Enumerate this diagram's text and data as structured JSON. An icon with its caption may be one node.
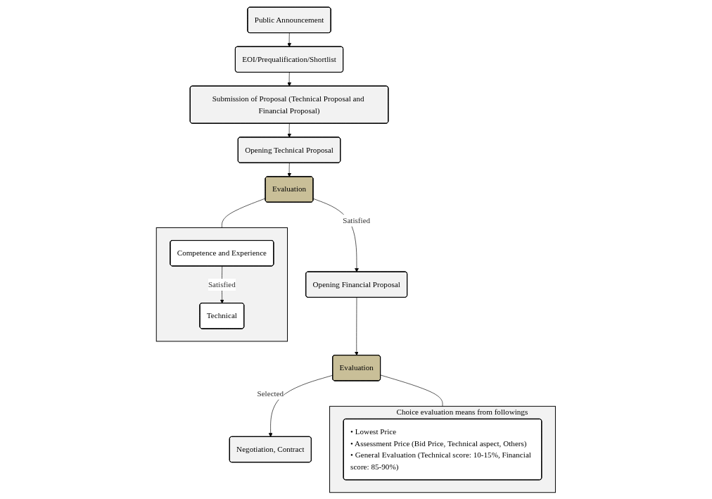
{
  "diagram": {
    "nodes": [
      {
        "text": [
          "Public Announcement"
        ]
      },
      {
        "text": [
          "EOI/Prequalification/Shortlist"
        ]
      },
      {
        "text": [
          "Submission of Proposal (Technical Proposal and Financial Proposal)"
        ]
      },
      {
        "text": [
          "Opening Technical Proposal"
        ]
      },
      {
        "text": [
          "Evaluation"
        ]
      },
      {
        "text": [
          "Opening Financial Proposal"
        ]
      },
      {
        "text": [
          "Evaluation"
        ]
      },
      {
        "text": [
          "Negotiation, Contract"
        ]
      },
      {
        "text": [],
        "shape": "box"
      },
      {
        "text": [
          "Competence and Experience"
        ],
        "in": 8
      },
      {
        "text": [
          "Technical"
        ],
        "in": 8
      },
      {
        "text": [
          "Choice evaluation means from followings"
        ]
      },
      {
        "text": [
          "• Lowest Price",
          "• Assessment Price (Bid Price, Technical aspect, Others)",
          "• General Evaluation (Technical score: 10-15%, Financial score: 85-90%)"
        ],
        "in": 11
      }
    ],
    "edges": [
      {
        "from": 0,
        "to": 1,
        "arrow": "to"
      },
      {
        "from": 1,
        "to": 2,
        "arrow": "to"
      },
      {
        "from": 2,
        "to": 3,
        "arrow": "to"
      },
      {
        "from": 3,
        "to": 4,
        "arrow": "to"
      },
      {
        "from": 4,
        "to": 5,
        "arrow": "to",
        "label": "Satisfied"
      },
      {
        "from": 5,
        "to": 6,
        "arrow": "to"
      },
      {
        "from": 6,
        "to": 7,
        "arrow": "to",
        "label": "Selected"
      },
      {
        "from": 4,
        "to": 8,
        "arrow": "none"
      },
      {
        "from": 9,
        "to": 10,
        "arrow": "to",
        "label": "Satisfied"
      },
      {
        "from": 6,
        "to": 11,
        "arrow": "none"
      }
    ]
  }
}
